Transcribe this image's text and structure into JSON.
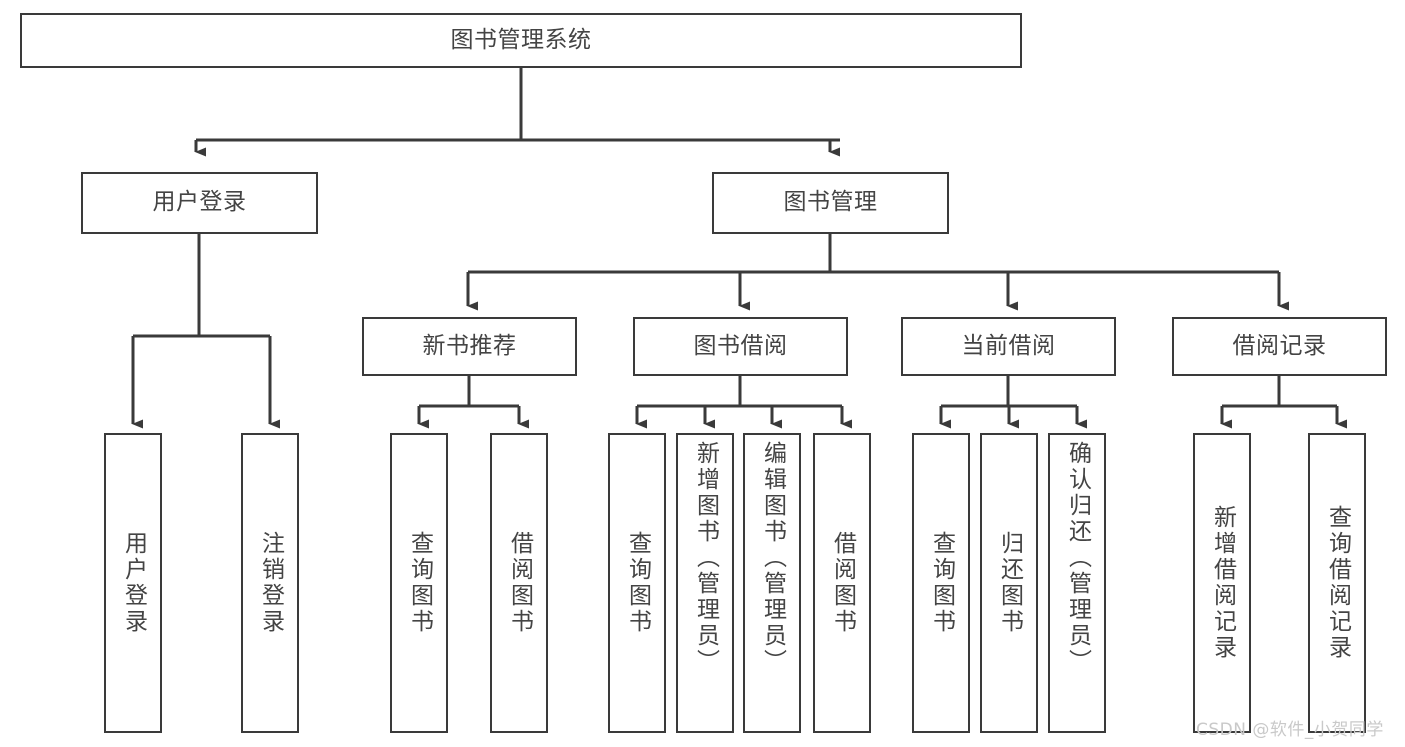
{
  "diagram": {
    "title": "图书管理系统",
    "type": "tree-hierarchy-chart",
    "watermark": "CSDN @软件_小贺同学",
    "colors": {
      "stroke": "#3a3a3a",
      "text": "#444444",
      "background": "#ffffff",
      "watermark": "#c9c9c9"
    },
    "nodes": {
      "root": "图书管理系统",
      "level1": [
        {
          "label": "用户登录"
        },
        {
          "label": "图书管理"
        }
      ],
      "level2": [
        {
          "label": "新书推荐"
        },
        {
          "label": "图书借阅"
        },
        {
          "label": "当前借阅"
        },
        {
          "label": "借阅记录"
        }
      ],
      "leaves_user_login": [
        {
          "label": "用户登录"
        },
        {
          "label": "注销登录"
        }
      ],
      "leaves_new_book": [
        {
          "label": "查询图书"
        },
        {
          "label": "借阅图书"
        }
      ],
      "leaves_borrow": [
        {
          "label": "查询图书"
        },
        {
          "label": "新增图书（管理员）"
        },
        {
          "label": "编辑图书（管理员）"
        },
        {
          "label": "借阅图书"
        }
      ],
      "leaves_current": [
        {
          "label": "查询图书"
        },
        {
          "label": "归还图书"
        },
        {
          "label": "确认归还（管理员）"
        }
      ],
      "leaves_records": [
        {
          "label": "新增借阅记录"
        },
        {
          "label": "查询借阅记录"
        }
      ]
    }
  }
}
